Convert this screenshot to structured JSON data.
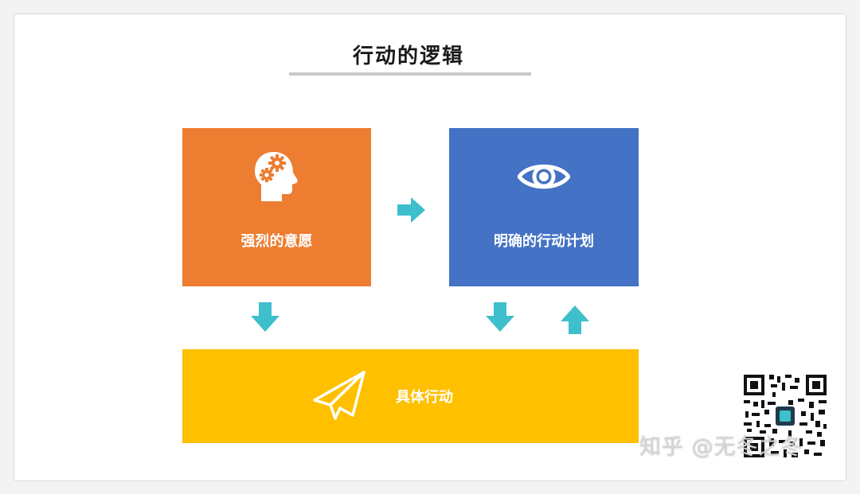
{
  "title": "行动的逻辑",
  "boxes": {
    "intention": {
      "label": "强烈的意愿",
      "icon": "head-gears-icon",
      "color": "#ed7d31"
    },
    "plan": {
      "label": "明确的行动计划",
      "icon": "eye-icon",
      "color": "#4472c4"
    },
    "action": {
      "label": "具体行动",
      "icon": "paper-plane-icon",
      "color": "#ffc000"
    }
  },
  "arrows": {
    "color": "#3dbfcc",
    "items": [
      {
        "from": "intention",
        "to": "plan",
        "direction": "right"
      },
      {
        "from": "intention",
        "to": "action",
        "direction": "down"
      },
      {
        "from": "plan",
        "to": "action",
        "direction": "down"
      },
      {
        "from": "action",
        "to": "plan",
        "direction": "up"
      }
    ]
  },
  "watermark": "知乎 @无冬之冬"
}
